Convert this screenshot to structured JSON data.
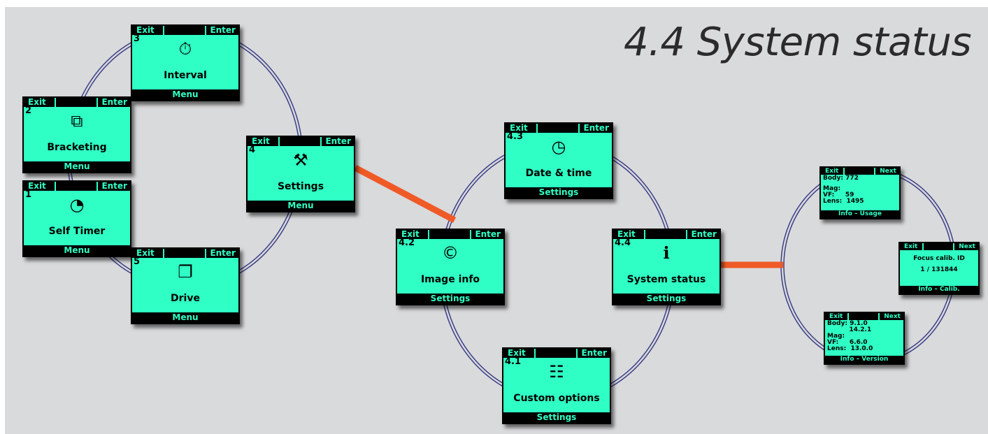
{
  "title": "4.4  System status",
  "colors": {
    "screen": "#2fffc4",
    "link": "#ef5a27",
    "ring": "#3d3f88"
  },
  "menu_screens": [
    {
      "number": "3",
      "icon": "⏱",
      "label": "Interval",
      "left": "Exit",
      "mid": "",
      "right": "Enter",
      "footer": "Menu",
      "icon_name": "interval-icon"
    },
    {
      "number": "2",
      "icon": "⧉",
      "label": "Bracketing",
      "left": "Exit",
      "mid": "",
      "right": "Enter",
      "footer": "Menu",
      "icon_name": "bracketing-icon"
    },
    {
      "number": "1",
      "icon": "◔",
      "label": "Self Timer",
      "left": "Exit",
      "mid": "",
      "right": "Enter",
      "footer": "Menu",
      "icon_name": "self-timer-icon"
    },
    {
      "number": "5",
      "icon": "❐",
      "label": "Drive",
      "left": "Exit",
      "mid": "",
      "right": "Enter",
      "footer": "Menu",
      "icon_name": "drive-icon"
    },
    {
      "number": "4",
      "icon": "⚒",
      "label": "Settings",
      "left": "Exit",
      "mid": "",
      "right": "Enter",
      "footer": "Menu",
      "icon_name": "settings-icon"
    }
  ],
  "settings_screens": [
    {
      "number": "4.3",
      "icon": "◷",
      "label": "Date & time",
      "left": "Exit",
      "mid": "",
      "right": "Enter",
      "footer": "Settings",
      "icon_name": "date-time-icon"
    },
    {
      "number": "4.2",
      "icon": "©",
      "label": "Image info",
      "left": "Exit",
      "mid": "",
      "right": "Enter",
      "footer": "Settings",
      "icon_name": "image-info-icon"
    },
    {
      "number": "4.4",
      "icon": "ℹ",
      "label": "System status",
      "left": "Exit",
      "mid": "",
      "right": "Enter",
      "footer": "Settings",
      "icon_name": "system-status-icon"
    },
    {
      "number": "4.1",
      "icon": "☷",
      "label": "Custom options",
      "left": "Exit",
      "mid": "",
      "right": "Enter",
      "footer": "Settings",
      "icon_name": "custom-options-icon"
    }
  ],
  "info_screens": [
    {
      "left": "Exit",
      "mid": "",
      "right": "Next",
      "footer": "Info – Usage",
      "lines": [
        "Body: 772",
        "",
        "Mag:",
        "VF:     59",
        "Lens:  1495"
      ]
    },
    {
      "left": "Exit",
      "mid": "",
      "right": "Next",
      "footer": "Info – Calib.",
      "lines": [
        "Focus calib. ID",
        "1 / 131844"
      ]
    },
    {
      "left": "Exit",
      "mid": "",
      "right": "Next",
      "footer": "Info – Version",
      "lines": [
        "Body: 9.1.0",
        "          14.2.1",
        "Mag:",
        "VF:     6.6.0",
        "Lens:  13.0.0"
      ]
    }
  ]
}
